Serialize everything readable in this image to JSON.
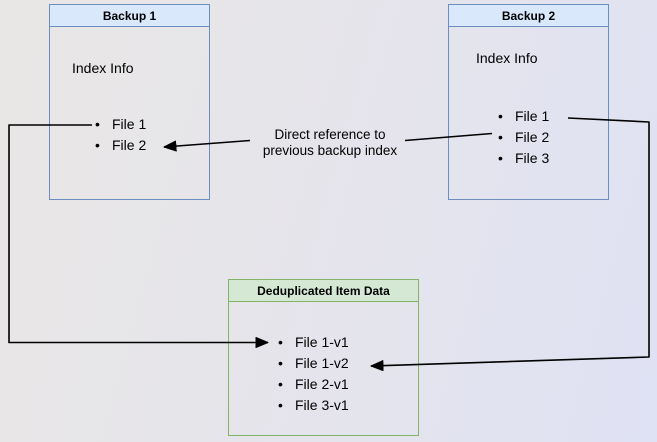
{
  "backup1": {
    "title": "Backup 1",
    "index_label": "Index Info",
    "files": [
      "File 1",
      "File 2"
    ]
  },
  "backup2": {
    "title": "Backup 2",
    "index_label": "Index Info",
    "files": [
      "File 1",
      "File 2",
      "File 3"
    ]
  },
  "dedup": {
    "title": "Deduplicated Item Data",
    "files": [
      "File 1-v1",
      "File 1-v2",
      "File 2-v1",
      "File 3-v1"
    ]
  },
  "edge_label": {
    "line1": "Direct reference to",
    "line2": "previous backup index"
  },
  "colors": {
    "backup_header_fill": "#dae8fc",
    "backup_border": "#6c8ebf",
    "dedup_header_fill": "#d5e8d4",
    "dedup_border": "#82b366",
    "connector": "#000000",
    "background_start": "#e9e7e5",
    "background_end": "#dfe2f4"
  }
}
